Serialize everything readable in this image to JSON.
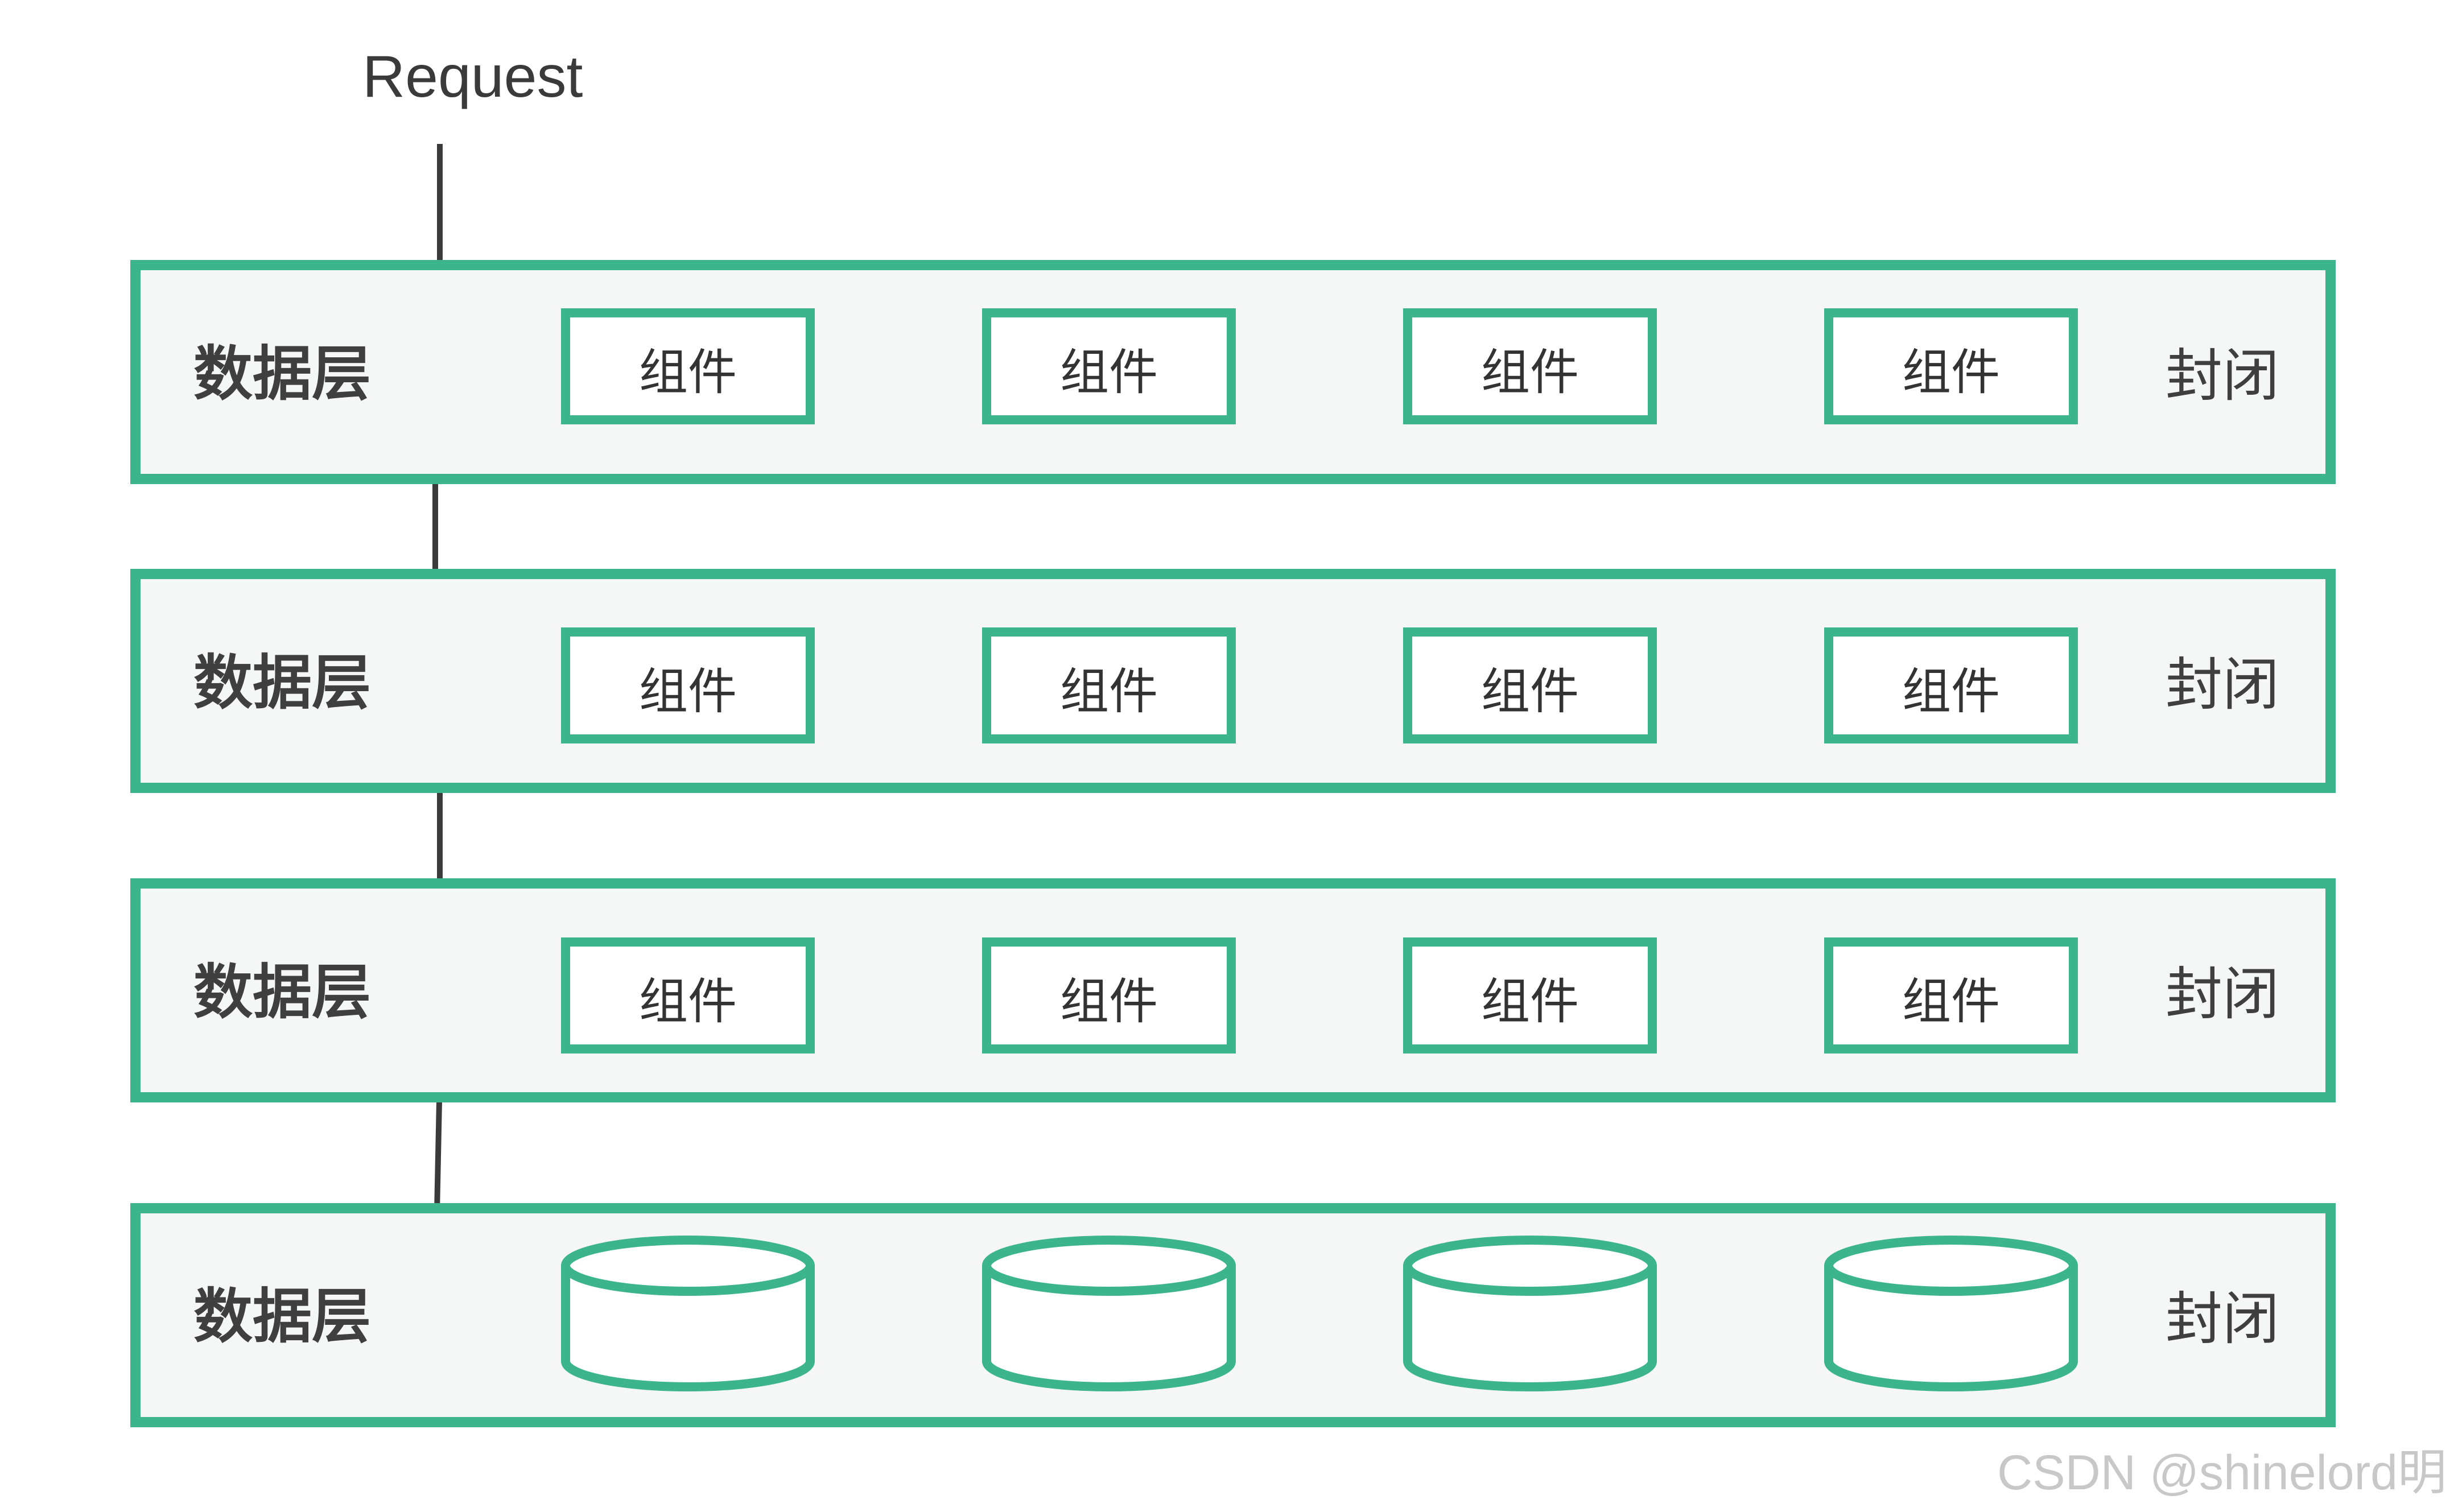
{
  "diagram": {
    "request_label": "Request",
    "watermark": "CSDN @shinelord明",
    "colors": {
      "accent": "#3db58c",
      "layer_fill": "#f4f7f6",
      "text": "#3f3f3f",
      "arrow": "#3a3a3a"
    },
    "layers": [
      {
        "label": "数据层",
        "kind": "components",
        "components": [
          "组件",
          "组件",
          "组件",
          "组件"
        ],
        "status": "封闭"
      },
      {
        "label": "数据层",
        "kind": "components",
        "components": [
          "组件",
          "组件",
          "组件",
          "组件"
        ],
        "status": "封闭"
      },
      {
        "label": "数据层",
        "kind": "components",
        "components": [
          "组件",
          "组件",
          "组件",
          "组件"
        ],
        "status": "封闭"
      },
      {
        "label": "数据层",
        "kind": "databases",
        "databases": [
          "database-icon",
          "database-icon",
          "database-icon",
          "database-icon"
        ],
        "status": "封闭"
      }
    ]
  }
}
